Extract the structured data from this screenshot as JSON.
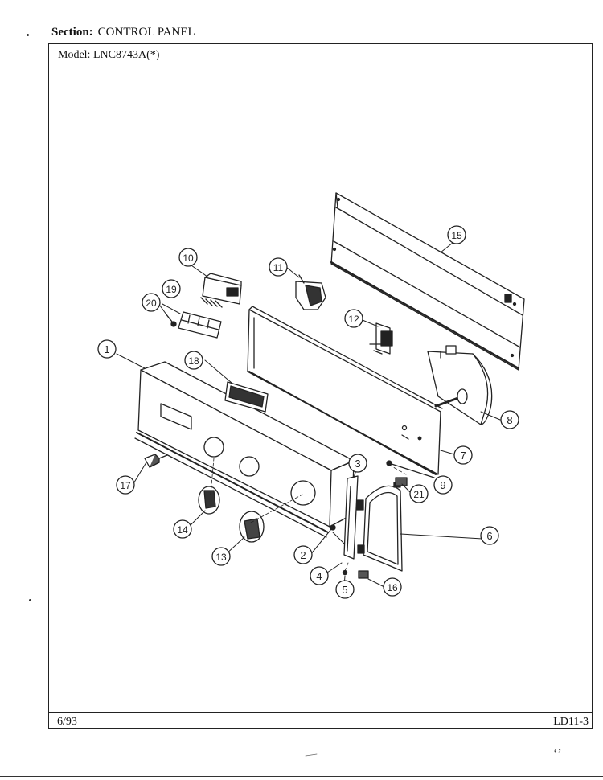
{
  "header": {
    "section_label": "Section:",
    "section_value": "CONTROL PANEL",
    "model_label": "Model:",
    "model_value": "LNC8743A(*)"
  },
  "footer": {
    "date": "6/93",
    "page_id": "LD11-3"
  },
  "margin_note": "‘’",
  "callouts": [
    "1",
    "2",
    "3",
    "4",
    "5",
    "6",
    "7",
    "8",
    "9",
    "10",
    "11",
    "12",
    "13",
    "14",
    "15",
    "16",
    "17",
    "18",
    "19",
    "20",
    "21"
  ],
  "colors": {
    "ink": "#222222",
    "paper": "#ffffff"
  }
}
